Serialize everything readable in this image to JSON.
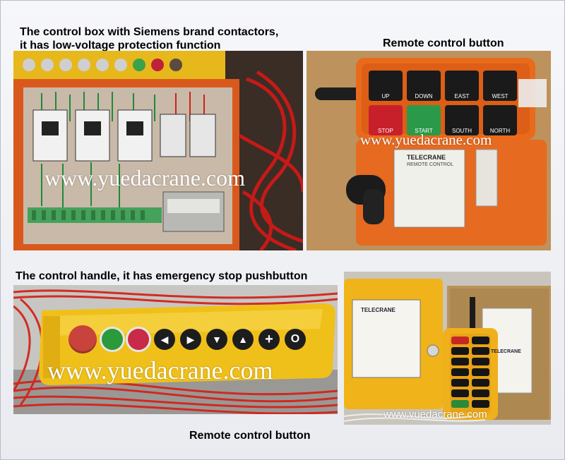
{
  "captions": {
    "top_left_line1": "The control box with Siemens brand contactors,",
    "top_left_line2": "it has low-voltage protection function",
    "top_right": "Remote control button",
    "mid_left": "The control handle, it has emergency stop pushbutton",
    "bottom_right": "Remote control button"
  },
  "watermark": "www.yuedacrane.com",
  "remote_top": {
    "button_labels": [
      "UP",
      "DOWN",
      "EAST",
      "WEST",
      "STOP",
      "START",
      "SOUTH",
      "NORTH"
    ],
    "label_brand": "TELECRANE",
    "label_sub": "REMOTE CONTROL"
  },
  "remote_bottom": {
    "box_brand": "TELECRANE",
    "box_label": "TELECRANE"
  },
  "pendant_buttons": [
    "stop-red",
    "green",
    "red",
    "left",
    "right",
    "down",
    "up",
    "plus",
    "off"
  ],
  "colors": {
    "box_orange": "#e4661e",
    "pendant_yellow": "#f2c21a",
    "wire_red": "#d8201c",
    "watermark": "#ffffff"
  }
}
